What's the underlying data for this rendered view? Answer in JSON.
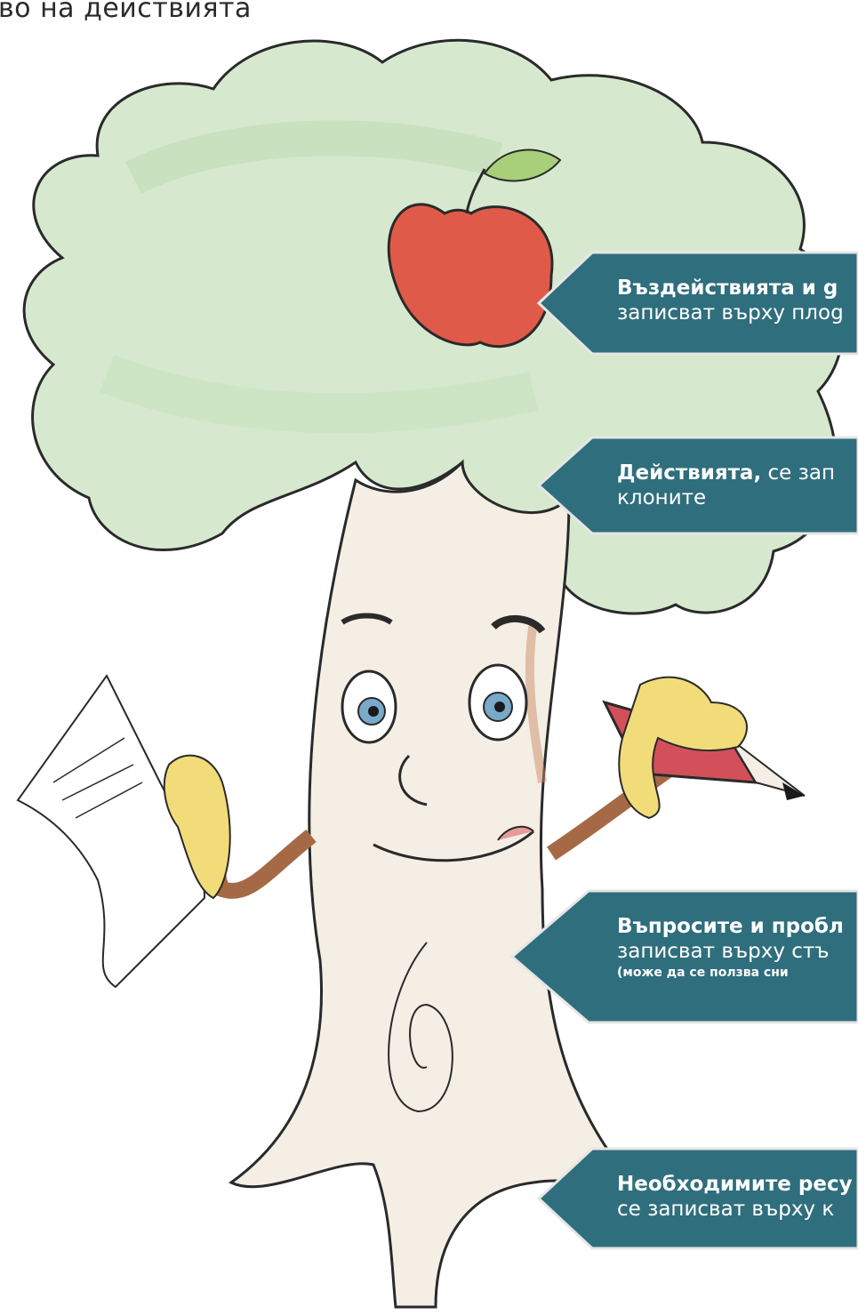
{
  "page_title": "во на действията",
  "callouts": [
    {
      "id": "fruits",
      "line1": "Въздействията и g",
      "line2": "записват върху плоg",
      "line3": ""
    },
    {
      "id": "branches",
      "line1": "Действията,",
      "line1b": " се зап",
      "line2": "клоните",
      "line3": ""
    },
    {
      "id": "trunk",
      "line1": "Въпросите и пробл",
      "line2": "записват върху стъ",
      "line3": "(може да се ползва сни"
    },
    {
      "id": "roots",
      "line1": "Необходимите ресу",
      "line2": "се записват върху к",
      "line3": ""
    }
  ],
  "colors": {
    "callout_fill": "#2f6e7d",
    "callout_border": "#e6e6e6",
    "foliage": "#d6e9cf",
    "apple": "#e05a4a",
    "trunk": "#f4eee4",
    "pencil": "#d2505a",
    "glove": "#f2dc7a"
  },
  "icons": {
    "apple": "apple-icon",
    "leaf": "leaf-icon",
    "pencil": "pencil-icon",
    "paper": "paper-note-icon"
  }
}
